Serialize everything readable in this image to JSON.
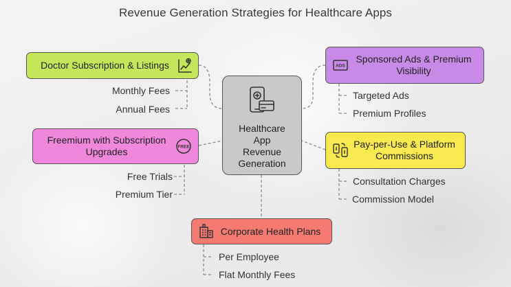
{
  "title": "Revenue Generation Strategies for Healthcare Apps",
  "center": {
    "lines": [
      "Healthcare",
      "App",
      "Revenue",
      "Generation"
    ],
    "icon": "phone-card-icon"
  },
  "branches": {
    "doctor": {
      "label": "Doctor Subscription & Listings",
      "color": "#c5e65a",
      "icon": "growth-chart-icon",
      "items": [
        "Monthly Fees",
        "Annual Fees"
      ]
    },
    "freemium": {
      "label": "Freemium with Subscription Upgrades",
      "color": "#ef87dc",
      "icon": "free-badge-icon",
      "items": [
        "Free Trials",
        "Premium Tier"
      ]
    },
    "ads": {
      "label": "Sponsored Ads & Premium Visibility",
      "color": "#c88ae6",
      "icon": "ads-icon",
      "items": [
        "Targeted Ads",
        "Premium Profiles"
      ]
    },
    "payper": {
      "label": "Pay-per-Use & Platform Commissions",
      "color": "#f8e94f",
      "icon": "money-exchange-icon",
      "items": [
        "Consultation Charges",
        "Commission Model"
      ]
    },
    "corporate": {
      "label": "Corporate Health Plans",
      "color": "#f47a72",
      "icon": "office-building-icon",
      "items": [
        "Per Employee",
        "Flat Monthly Fees"
      ]
    }
  }
}
